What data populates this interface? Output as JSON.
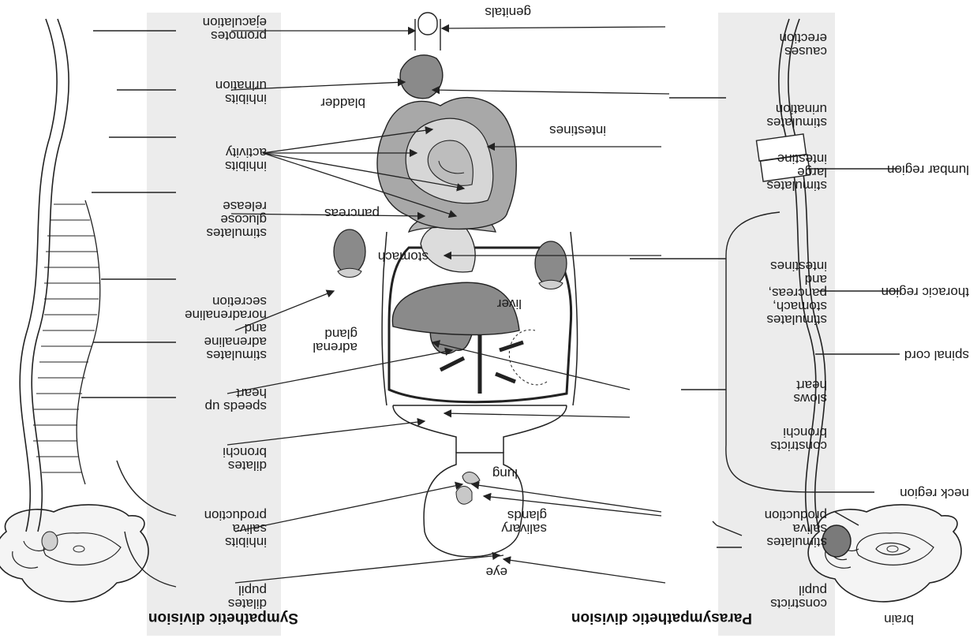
{
  "titles": {
    "left": "Parasympathetic division",
    "right": "Sympathetic division"
  },
  "left_labels": {
    "brain": "brain",
    "neck": "neck region",
    "spinal": "spinal cord",
    "thoracic": "thoracic region",
    "lumbar": "lumbar region"
  },
  "para_effects": {
    "e1": [
      "constricts",
      "pupil"
    ],
    "e2": [
      "stimulates",
      "saliva",
      "production"
    ],
    "e3": [
      "constricts",
      "bronchi"
    ],
    "e4": [
      "slows",
      "heart"
    ],
    "e5": [
      "stimulates",
      "stomach,",
      "pancreas,",
      "and",
      "intestines"
    ],
    "e6": [
      "stimulates",
      "large",
      "intestine"
    ],
    "e7": [
      "stimulates",
      "urination"
    ],
    "e8": [
      "causes",
      "erection"
    ]
  },
  "organ_labels": {
    "eye": "eye",
    "salivary": [
      "salivary",
      "glands"
    ],
    "lung": "lung",
    "liver": "liver",
    "adrenal": [
      "adrenal",
      "gland"
    ],
    "stomach": "stomach",
    "pancreas": "pancreas",
    "intestines": "intestines",
    "bladder": "bladder",
    "genitals": "genitals"
  },
  "symp_effects": {
    "s1": [
      "dilates",
      "pupil"
    ],
    "s2": [
      "inhibits",
      "saliva",
      "production"
    ],
    "s3": [
      "dilates",
      "bronchi"
    ],
    "s4": [
      "speeds up",
      "heart"
    ],
    "s5": [
      "stimulates",
      "adrenaline",
      "and",
      "noradrenaline",
      "secretion"
    ],
    "s6": [
      "stimulates",
      "glucose",
      "release"
    ],
    "s7": [
      "inhibits",
      "activity"
    ],
    "s8": [
      "inhibits",
      "urination"
    ],
    "s9": [
      "promotes",
      "ejaculation"
    ]
  },
  "colors": {
    "organ_fill": "#8a8a8a",
    "organ_light": "#c9c9c9",
    "line": "#222222",
    "band": "#ececec"
  }
}
